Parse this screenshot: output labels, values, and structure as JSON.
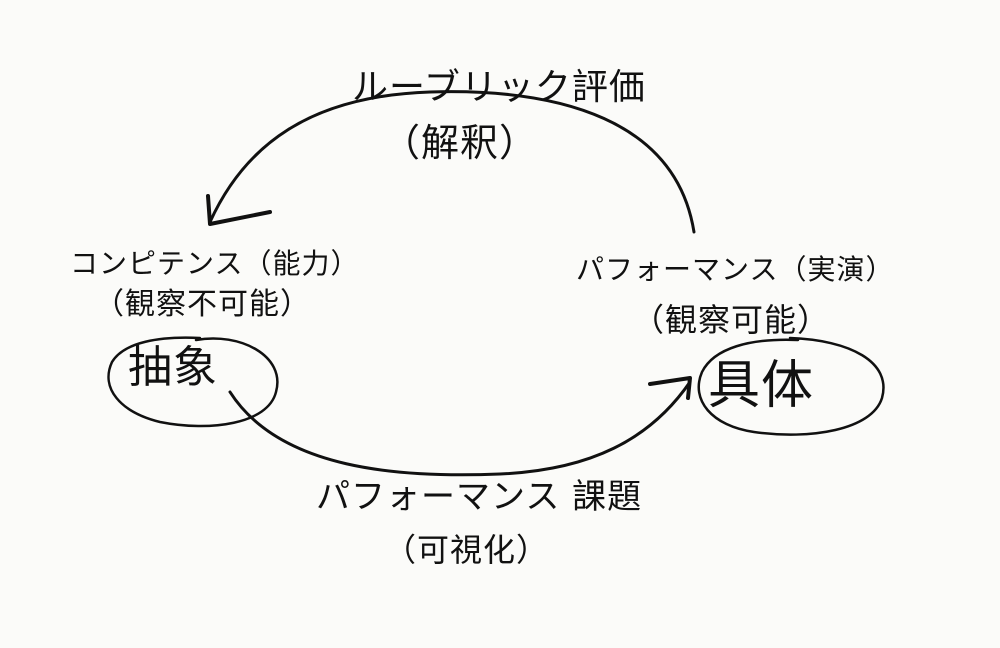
{
  "diagram": {
    "top_label": {
      "main": "ルーブリック評価",
      "sub": "（解釈）"
    },
    "left_node": {
      "main": "コンピテンス（能力）",
      "sub": "（観察不可能）",
      "circled": "抽象"
    },
    "right_node": {
      "main": "パフォーマンス（実演）",
      "sub": "（観察可能）",
      "circled": "具体"
    },
    "bottom_label": {
      "main": "パフォーマンス 課題",
      "sub": "（可視化）"
    }
  }
}
